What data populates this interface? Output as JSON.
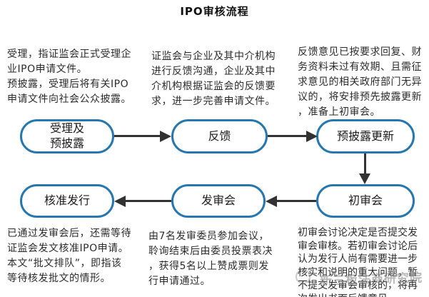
{
  "title": "IPO审核流程",
  "colors": {
    "node_border": "#2577ad",
    "node_fill": "#ffffff",
    "arrow": "#323232",
    "text": "#2b2b2b",
    "watermark": "#7d7d7d"
  },
  "nodes": [
    {
      "id": "acceptance",
      "label": "受理及\n预披露"
    },
    {
      "id": "feedback",
      "label": "反馈"
    },
    {
      "id": "predisclosure-update",
      "label": "预披露更新"
    },
    {
      "id": "approval-issue",
      "label": "核准发行"
    },
    {
      "id": "issuance-meeting",
      "label": "发审会"
    },
    {
      "id": "initial-review-meeting",
      "label": "初审会"
    }
  ],
  "notes": {
    "top_left": "受理，指证监会正式受理企\n业IPO申请文件。\n预披露，受理后将有关IPO\n申请文件向社会公众披露。",
    "top_middle": "证监会与企业及其中介机构\n进行反馈沟通，企业及其中\n介机构根据证监会的反馈要\n求，进一步完善申请文件。",
    "top_right": "反馈意见已按要求回复、财\n务资料未过有效期、且需征\n求意见的相关政府部门无异\n议的，将安排预先披露更新\n，准备上初审会。",
    "bottom_left": "已通过发审会后，还需等待\n证监会发文核准IPO申请。\n本文“批文排队”，即指该\n等待核发批文的情形。",
    "bottom_middle": "由7名发审委员参加会议，\n聆询结束后由委员投票表决\n，获得5名以上赞成票则发\n行申请通过。",
    "bottom_right": "初审会讨论决定是否提交发\n审会审核。若初审会讨论后\n认为发行人尚有需要进一步\n核实和说明的重大问题，暂\n不提交发审会审核的，将再\n次发出书面反馈意见"
  },
  "watermark": "新三板法商研究院"
}
